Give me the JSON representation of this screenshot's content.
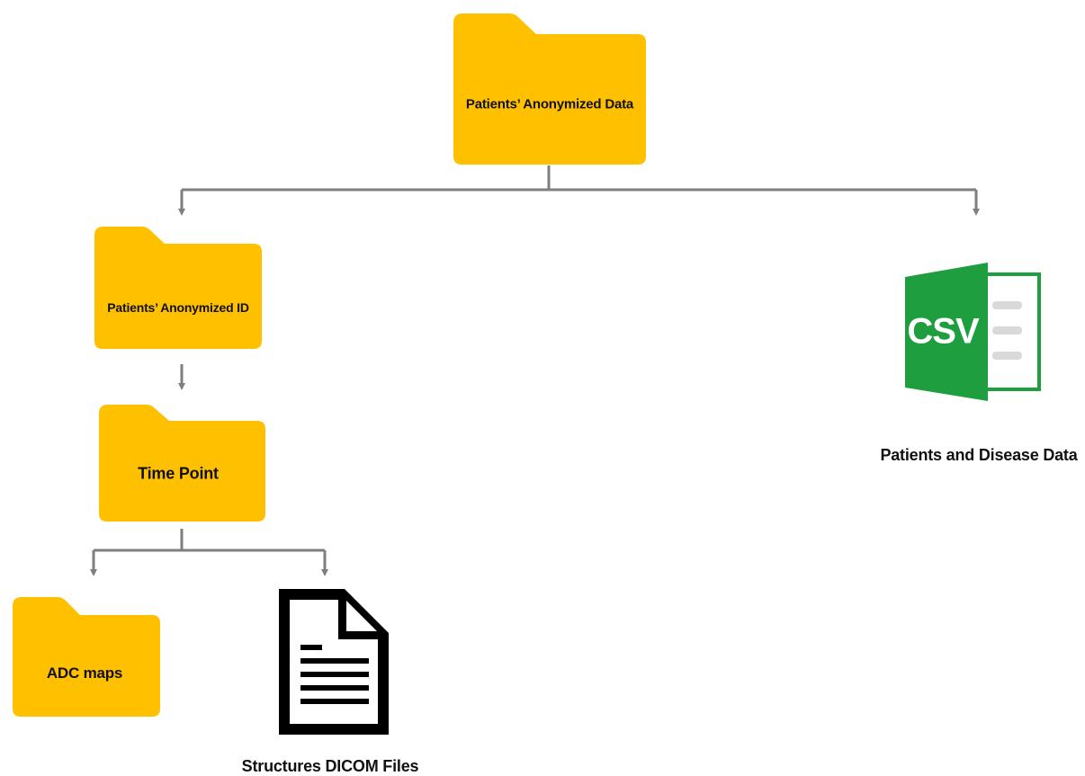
{
  "diagram": {
    "root_folder": {
      "label": "Patients’ Anonymized Data",
      "icon": "folder-icon"
    },
    "patient_id_folder": {
      "label": "Patients’ Anonymized ID",
      "icon": "folder-icon"
    },
    "time_point_folder": {
      "label": "Time Point",
      "icon": "folder-icon"
    },
    "adc_folder": {
      "label": "ADC maps",
      "icon": "folder-icon"
    },
    "dicom_file": {
      "label": "Structures DICOM Files",
      "icon": "document-icon"
    },
    "csv_file": {
      "label": "Patients and Disease Data",
      "icon": "csv-file-icon",
      "badge": "CSV"
    }
  },
  "colors": {
    "folder": "#FFC000",
    "connector": "#7F7F7F",
    "csv_green": "#1E9E3E",
    "csv_lines": "#D9D9D9",
    "document": "#000000"
  }
}
